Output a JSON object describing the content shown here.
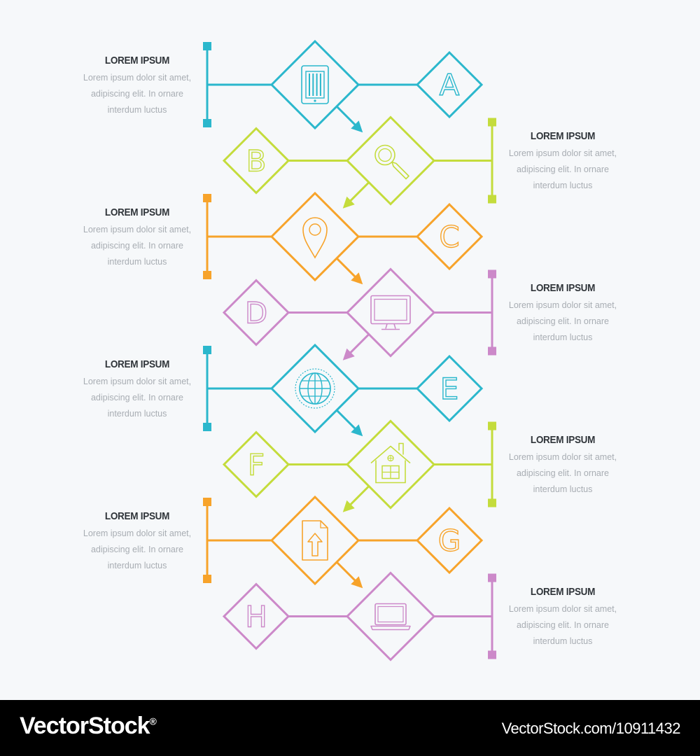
{
  "colors": {
    "teal": "#2bb7cc",
    "lime": "#c4dc3c",
    "orange": "#f7a32a",
    "purple": "#cc89c9"
  },
  "steps": [
    {
      "letter": "A",
      "icon": "tablet-icon",
      "color": "#2bb7cc",
      "text_side": "left"
    },
    {
      "letter": "B",
      "icon": "magnifier-icon",
      "color": "#c4dc3c",
      "text_side": "right"
    },
    {
      "letter": "C",
      "icon": "map-pin-icon",
      "color": "#f7a32a",
      "text_side": "left"
    },
    {
      "letter": "D",
      "icon": "monitor-icon",
      "color": "#cc89c9",
      "text_side": "right"
    },
    {
      "letter": "E",
      "icon": "globe-icon",
      "color": "#2bb7cc",
      "text_side": "left"
    },
    {
      "letter": "F",
      "icon": "house-icon",
      "color": "#c4dc3c",
      "text_side": "right"
    },
    {
      "letter": "G",
      "icon": "document-upload-icon",
      "color": "#f7a32a",
      "text_side": "left"
    },
    {
      "letter": "H",
      "icon": "laptop-icon",
      "color": "#cc89c9",
      "text_side": "right"
    }
  ],
  "blocks": [
    {
      "title": "LOREM IPSUM",
      "line1": "Lorem ipsum dolor sit amet,",
      "line2": "adipiscing elit. In ornare",
      "line3": "interdum luctus"
    },
    {
      "title": "LOREM IPSUM",
      "line1": "Lorem ipsum dolor sit amet,",
      "line2": "adipiscing elit. In ornare",
      "line3": "interdum luctus"
    },
    {
      "title": "LOREM IPSUM",
      "line1": "Lorem ipsum dolor sit amet,",
      "line2": "adipiscing elit. In ornare",
      "line3": "interdum luctus"
    },
    {
      "title": "LOREM IPSUM",
      "line1": "Lorem ipsum dolor sit amet,",
      "line2": "adipiscing elit. In ornare",
      "line3": "interdum luctus"
    },
    {
      "title": "LOREM IPSUM",
      "line1": "Lorem ipsum dolor sit amet,",
      "line2": "adipiscing elit. In ornare",
      "line3": "interdum luctus"
    },
    {
      "title": "LOREM IPSUM",
      "line1": "Lorem ipsum dolor sit amet,",
      "line2": "adipiscing elit. In ornare",
      "line3": "interdum luctus"
    },
    {
      "title": "LOREM IPSUM",
      "line1": "Lorem ipsum dolor sit amet,",
      "line2": "adipiscing elit. In ornare",
      "line3": "interdum luctus"
    },
    {
      "title": "LOREM IPSUM",
      "line1": "Lorem ipsum dolor sit amet,",
      "line2": "adipiscing elit. In ornare",
      "line3": "interdum luctus"
    }
  ],
  "footer": {
    "brand": "VectorStock",
    "registered": "®",
    "url_id": "VectorStock.com/10911432"
  }
}
